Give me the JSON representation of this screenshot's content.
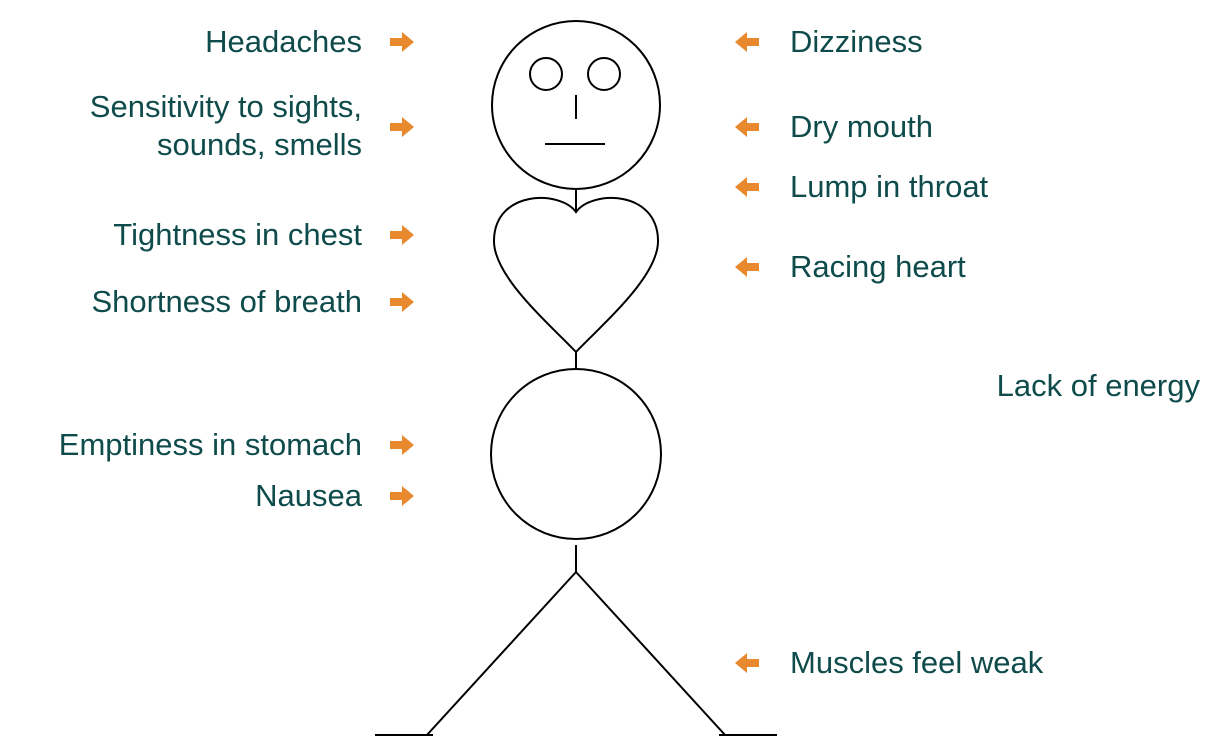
{
  "accent_color": "#e8892e",
  "text_color": "#0f4b4b",
  "left_labels": [
    {
      "text": "Headaches"
    },
    {
      "text": "Sensitivity to sights,\nsounds, smells"
    },
    {
      "text": "Tightness in chest"
    },
    {
      "text": "Shortness of breath"
    },
    {
      "text": "Emptiness in stomach"
    },
    {
      "text": "Nausea"
    }
  ],
  "right_labels": [
    {
      "text": "Dizziness"
    },
    {
      "text": "Dry mouth"
    },
    {
      "text": "Lump in throat"
    },
    {
      "text": "Racing heart"
    },
    {
      "text": "Lack of energy"
    },
    {
      "text": "Muscles feel weak"
    }
  ],
  "icons": {
    "left_arrow": "arrow-right-icon",
    "right_arrow": "arrow-left-icon"
  }
}
